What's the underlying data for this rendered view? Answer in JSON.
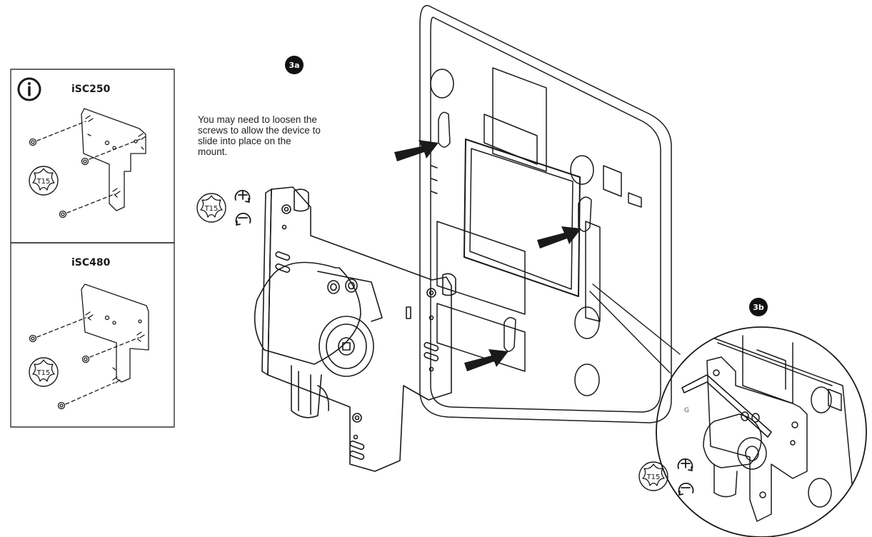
{
  "info_panel": {
    "icon": "info-icon",
    "models": [
      {
        "label": "iSC250",
        "tool": "T15"
      },
      {
        "label": "iSC480",
        "tool": "T15"
      }
    ]
  },
  "steps": {
    "a": {
      "badge": "3a",
      "note": "You may need to loosen the screws to allow the device to slide into place on the mount.",
      "tool": "T15"
    },
    "b": {
      "badge": "3b",
      "tool": "T15",
      "small_label": "G"
    }
  },
  "colors": {
    "line": "#1a1a1a",
    "badge": "#111111",
    "panel_border": "#333333"
  }
}
